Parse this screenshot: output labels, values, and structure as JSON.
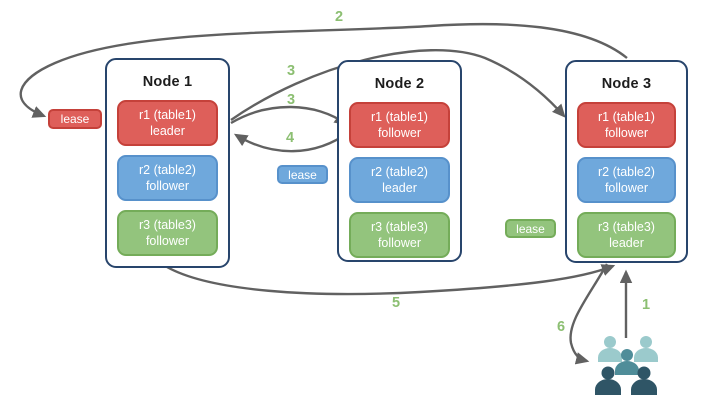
{
  "nodes": [
    {
      "title": "Node 1",
      "regions": [
        {
          "line1": "r1 (table1)",
          "line2": "leader"
        },
        {
          "line1": "r2 (table2)",
          "line2": "follower"
        },
        {
          "line1": "r3 (table3)",
          "line2": "follower"
        }
      ]
    },
    {
      "title": "Node 2",
      "regions": [
        {
          "line1": "r1 (table1)",
          "line2": "follower"
        },
        {
          "line1": "r2 (table2)",
          "line2": "leader"
        },
        {
          "line1": "r3 (table3)",
          "line2": "follower"
        }
      ]
    },
    {
      "title": "Node 3",
      "regions": [
        {
          "line1": "r1 (table1)",
          "line2": "follower"
        },
        {
          "line1": "r2 (table2)",
          "line2": "follower"
        },
        {
          "line1": "r3 (table3)",
          "line2": "leader"
        }
      ]
    }
  ],
  "leases": [
    {
      "label": "lease",
      "color": "#DE5F5A"
    },
    {
      "label": "lease",
      "color": "#6FA8DC"
    },
    {
      "label": "lease",
      "color": "#93C47D"
    }
  ],
  "steps": [
    "2",
    "3",
    "3",
    "4",
    "5",
    "6",
    "1"
  ],
  "icons": {
    "users": "users-icon"
  },
  "colors": {
    "region_red": "#DE5F5A",
    "region_red_border": "#C5413A",
    "region_blue": "#6FA8DC",
    "region_blue_border": "#5791CB",
    "region_green": "#93C47D",
    "region_green_border": "#74AC59",
    "node_border": "#28456C",
    "arrow": "#616161",
    "step_label": "#8CBF72",
    "users_light": "#9BCACC",
    "users_mid": "#4F8D99",
    "users_dark": "#2F5566"
  }
}
